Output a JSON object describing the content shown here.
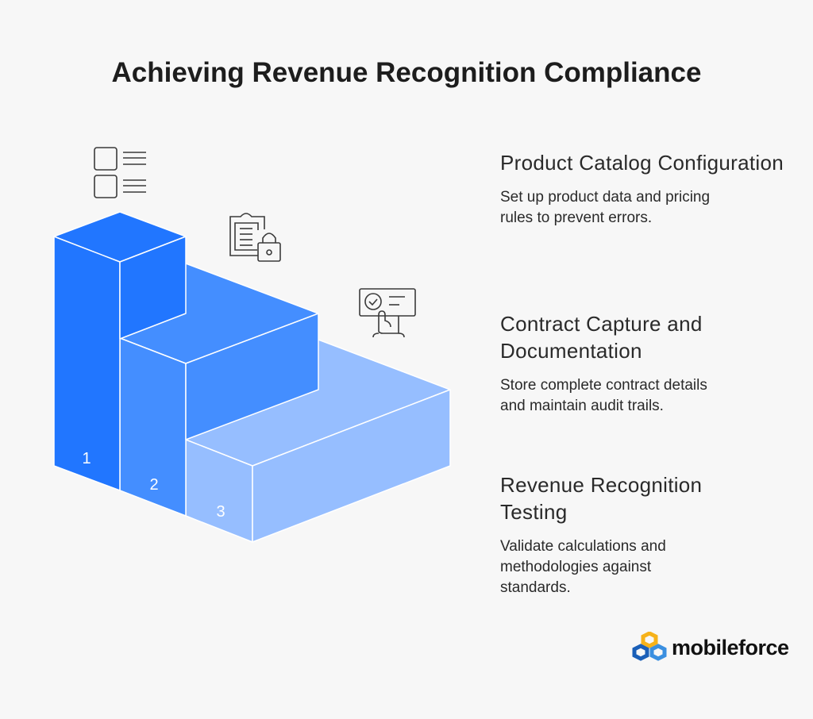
{
  "title": "Achieving Revenue Recognition Compliance",
  "colors": {
    "step1": "#2176FF",
    "step2": "#448EFF",
    "step3": "#96BEFF",
    "icon": "#3a3a3a"
  },
  "steps": [
    {
      "number": "1",
      "icon": "checklist-icon",
      "heading": "Product Catalog Configuration",
      "description": "Set up product data and pricing rules to prevent errors."
    },
    {
      "number": "2",
      "icon": "clipboard-lock-icon",
      "heading": "Contract Capture and Documentation",
      "description": "Store complete contract details and maintain audit trails."
    },
    {
      "number": "3",
      "icon": "touch-screen-check-icon",
      "heading": "Revenue Recognition Testing",
      "description": "Validate calculations and methodologies against standards."
    }
  ],
  "logo": {
    "text": "mobileforce"
  }
}
